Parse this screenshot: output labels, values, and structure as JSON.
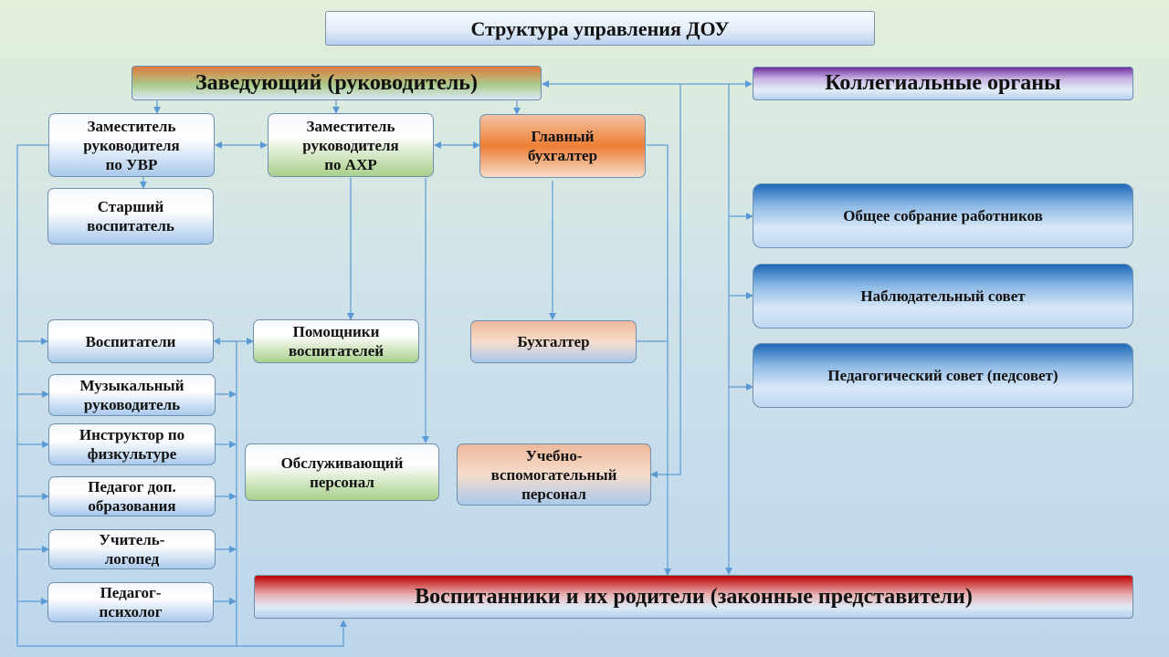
{
  "title": "Структура управления ДОУ",
  "head": "Заведующий (руководитель)",
  "collegial": "Коллегиальные органы",
  "deputies": {
    "uvr": "Заместитель\nруководителя\nпо УВР",
    "ahr": "Заместитель\nруководителя\nпо АХР",
    "chief_accountant": "Главный\nбухгалтер"
  },
  "senior_teacher": "Старший\nвоспитатель",
  "staff": {
    "teachers": "Воспитатели",
    "music": "Музыкальный\nруководитель",
    "pe": "Инструктор по\nфизкультуре",
    "extra_ed": "Педагог доп.\nобразования",
    "speech": "Учитель-\nлогопед",
    "psychologist": "Педагог-\nпсихолог"
  },
  "assistants": "Помощники\nвоспитателей",
  "service": "Обслуживающий\nперсонал",
  "accountant": "Бухгалтер",
  "support": "Учебно-\nвспомогательный\nперсонал",
  "councils": {
    "general": "Общее собрание работников",
    "supervisory": "Наблюдательный совет",
    "pedagogical": "Педагогический совет (педсовет)"
  },
  "pupils": "Воспитанники и их родители (законные представители)",
  "colors": {
    "connector": "#5b9bd5",
    "head_top": "#e07a3c",
    "collegial_top": "#7030a0",
    "council_top": "#1d69b8",
    "pupils_top": "#c00000",
    "deputy_green": "#a8d08a",
    "chief_orange": "#ee7f35"
  }
}
